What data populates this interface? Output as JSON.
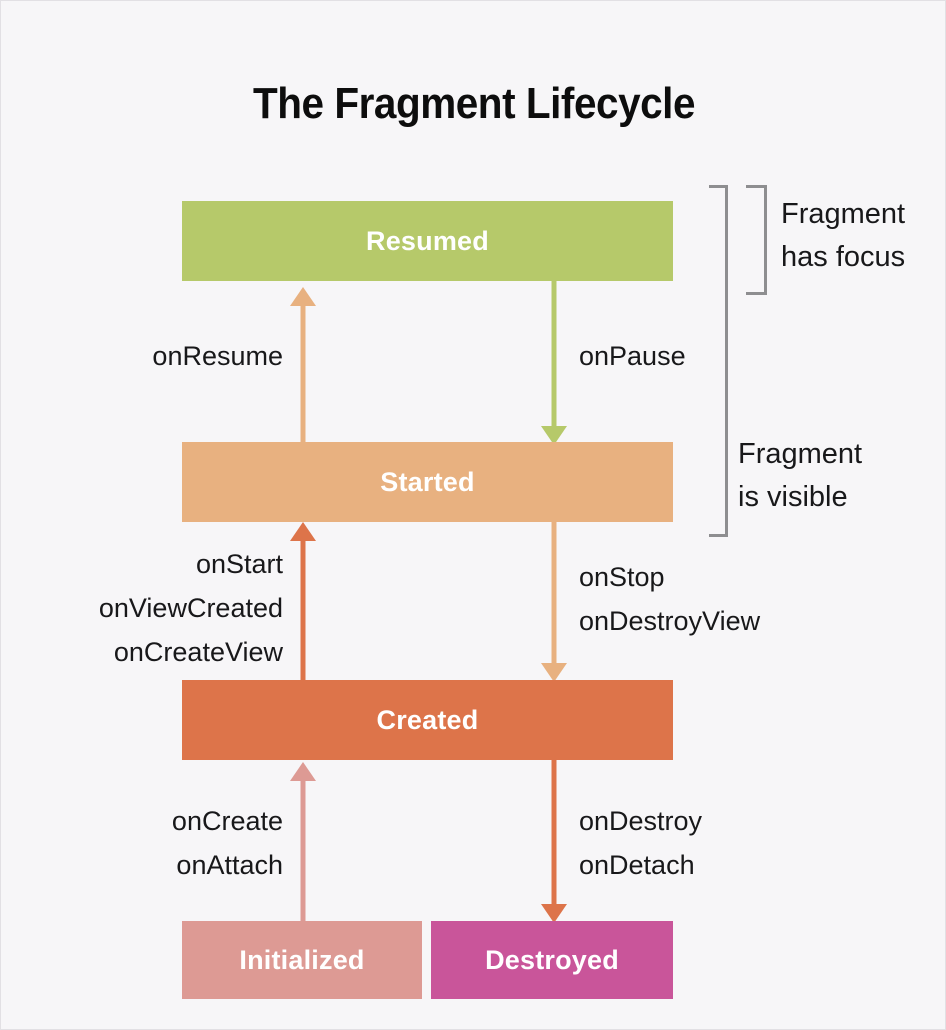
{
  "diagram": {
    "title": "The Fragment Lifecycle",
    "background_color": "#f7f6f8",
    "states": [
      {
        "key": "resumed",
        "label": "Resumed",
        "color": "#b6c96a"
      },
      {
        "key": "started",
        "label": "Started",
        "color": "#e8b180"
      },
      {
        "key": "created",
        "label": "Created",
        "color": "#dd744a"
      },
      {
        "key": "initialized",
        "label": "Initialized",
        "color": "#dd9a94"
      },
      {
        "key": "destroyed",
        "label": "Destroyed",
        "color": "#c9559a"
      }
    ],
    "transitions": [
      {
        "key": "onresume",
        "label": "onResume",
        "from": "Started",
        "to": "Resumed",
        "direction": "up",
        "color": "#e8b180"
      },
      {
        "key": "onpause",
        "label": "onPause",
        "from": "Resumed",
        "to": "Started",
        "direction": "down",
        "color": "#b6c96a"
      },
      {
        "key": "onstart",
        "label": "onStart\nonViewCreated\nonCreateView",
        "from": "Created",
        "to": "Started",
        "direction": "up",
        "color": "#dd744a"
      },
      {
        "key": "onstop",
        "label": "onStop\nonDestroyView",
        "from": "Started",
        "to": "Created",
        "direction": "down",
        "color": "#e8b180"
      },
      {
        "key": "oncreate",
        "label": "onCreate\nonAttach",
        "from": "Initialized",
        "to": "Created",
        "direction": "up",
        "color": "#dd9a94"
      },
      {
        "key": "ondestroy",
        "label": "onDestroy\nonDetach",
        "from": "Created",
        "to": "Destroyed",
        "direction": "down",
        "color": "#dd744a"
      }
    ],
    "brackets": [
      {
        "key": "has-focus",
        "label": "Fragment\nhas focus",
        "covers": [
          "Resumed"
        ],
        "color": "#8e8e90"
      },
      {
        "key": "is-visible",
        "label": "Fragment\nis visible",
        "covers": [
          "Resumed",
          "Started"
        ],
        "color": "#8e8e90"
      }
    ]
  }
}
